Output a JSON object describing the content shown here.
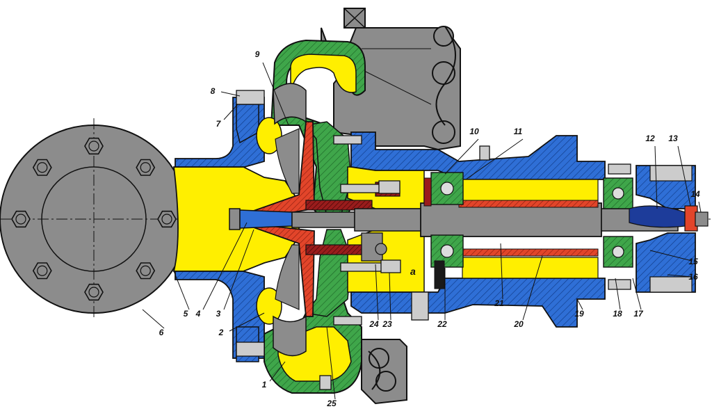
{
  "colors": {
    "housing_gray": "#8c8c8c",
    "volute_green": "#3fa64a",
    "gas_yellow": "#ffef00",
    "bearing_blue": "#2f6fd6",
    "rotor_red": "#e2452a",
    "seal_dark_red": "#9a1c1c",
    "outline": "#111111"
  },
  "callouts": [
    "1",
    "2",
    "3",
    "4",
    "5",
    "6",
    "7",
    "8",
    "9",
    "10",
    "11",
    "12",
    "13",
    "14",
    "15",
    "16",
    "17",
    "18",
    "19",
    "20",
    "21",
    "22",
    "23",
    "24",
    "25"
  ],
  "port_label": "a"
}
